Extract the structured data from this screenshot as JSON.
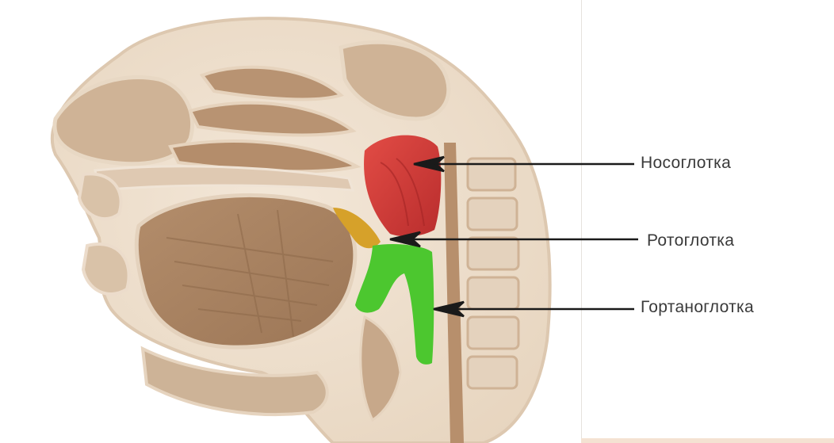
{
  "labels": {
    "nasopharynx": "Носоглотка",
    "oropharynx": "Ротоглотка",
    "laryngopharynx": "Гортаноглотка"
  },
  "colors": {
    "nasopharynx": "#d93a3a",
    "oropharynx": "#d6a12a",
    "laryngopharynx": "#4cc72f",
    "tissue": "#c9ac8f",
    "tissue_dark": "#a8876a",
    "arrow": "#1a1a1a"
  }
}
